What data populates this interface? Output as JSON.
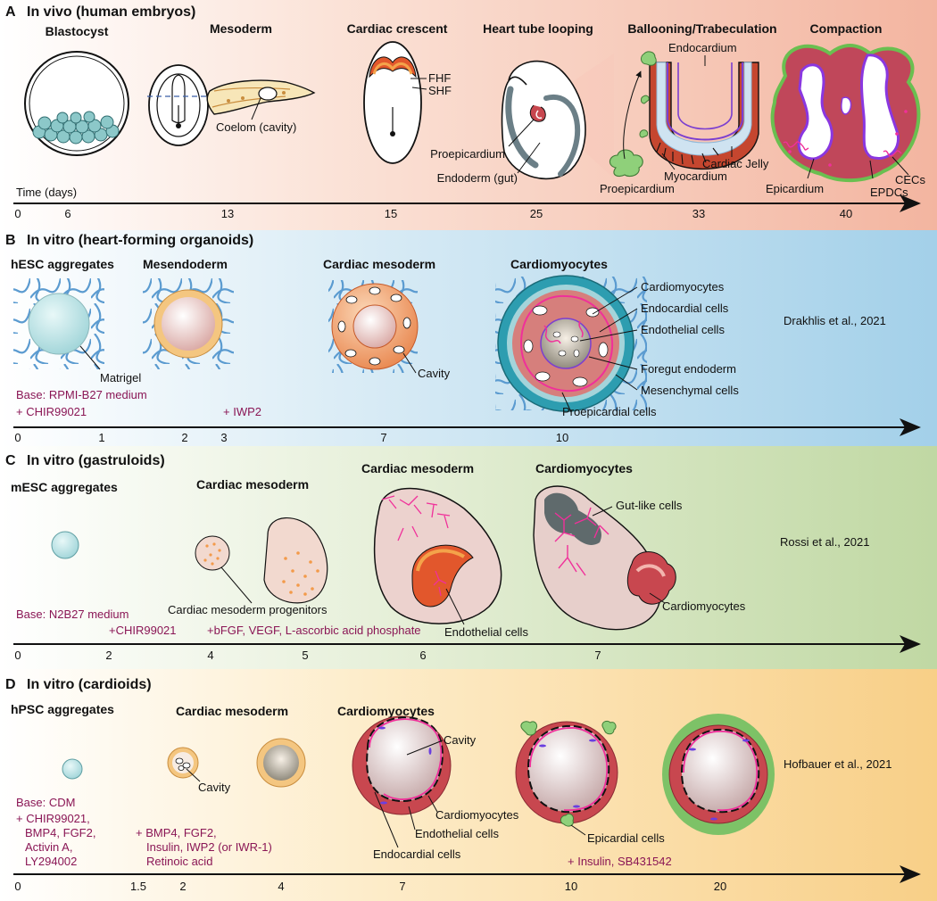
{
  "colors": {
    "panel_a_bg": "#f3b9a3",
    "panel_b_bg": "#a9d3ea",
    "panel_c_bg": "#c5dba9",
    "panel_d_bg": "#f9d28f",
    "medium_text": "#8a1655",
    "magenta_vessel": "#f0309a",
    "cardiac_red": "#c8474f",
    "matrigel_blue": "#5b9bd0"
  },
  "panels": [
    {
      "letter": "A",
      "title": "In vivo (human embryos)",
      "stages": [
        "Blastocyst",
        "Mesoderm",
        "Cardiac crescent",
        "Heart tube looping",
        "Ballooning/Trabeculation",
        "Compaction"
      ],
      "labels": [
        "Coelom (cavity)",
        "FHF",
        "SHF",
        "Proepicardium",
        "Endoderm (gut)",
        "Endocardium",
        "Cardiac Jelly",
        "Myocardium",
        "Proepicardium",
        "Epicardium",
        "CECs",
        "EPDCs"
      ],
      "axis_label": "Time (days)",
      "ticks": [
        "0",
        "6",
        "13",
        "15",
        "25",
        "33",
        "40"
      ]
    },
    {
      "letter": "B",
      "title": "In vitro (heart-forming organoids)",
      "stages": [
        "hESC aggregates",
        "Mesendoderm",
        "Cardiac mesoderm",
        "Cardiomyocytes"
      ],
      "labels": [
        "Matrigel",
        "Cavity",
        "Cardiomyocytes",
        "Endocardial cells",
        "Endothelial cells",
        "Foregut endoderm",
        "Mesenchymal cells",
        "Proepicardial cells"
      ],
      "media": [
        "Base: RPMI-B27 medium",
        "+ CHIR99021",
        "+ IWP2"
      ],
      "reference": "Drakhlis et al., 2021",
      "ticks": [
        "0",
        "1",
        "2",
        "3",
        "7",
        "10"
      ]
    },
    {
      "letter": "C",
      "title": "In vitro (gastruloids)",
      "stages": [
        "mESC aggregates",
        "Cardiac mesoderm",
        "Cardiac mesoderm",
        "Cardiomyocytes"
      ],
      "labels": [
        "Cardiac mesoderm progenitors",
        "Endothelial cells",
        "Gut-like cells",
        "Cardiomyocytes"
      ],
      "media": [
        "Base: N2B27 medium",
        "+CHIR99021",
        "+bFGF, VEGF, L-ascorbic acid phosphate"
      ],
      "reference": "Rossi et al., 2021",
      "ticks": [
        "0",
        "2",
        "4",
        "5",
        "6",
        "7"
      ]
    },
    {
      "letter": "D",
      "title": "In vitro (cardioids)",
      "stages": [
        "hPSC aggregates",
        "Cardiac mesoderm",
        "Cardiomyocytes"
      ],
      "labels": [
        "Cavity",
        "Cavity",
        "Cardiomyocytes",
        "Endothelial cells",
        "Endocardial cells",
        "Epicardial cells"
      ],
      "media": [
        "Base: CDM",
        "+ CHIR99021,",
        "BMP4, FGF2,",
        "Activin A,",
        "LY294002",
        "+ BMP4, FGF2,",
        "Insulin, IWP2 (or IWR-1)",
        "Retinoic acid",
        "+ Insulin, SB431542"
      ],
      "reference": "Hofbauer et al., 2021",
      "ticks": [
        "0",
        "1.5",
        "2",
        "4",
        "7",
        "10",
        "20"
      ]
    }
  ]
}
